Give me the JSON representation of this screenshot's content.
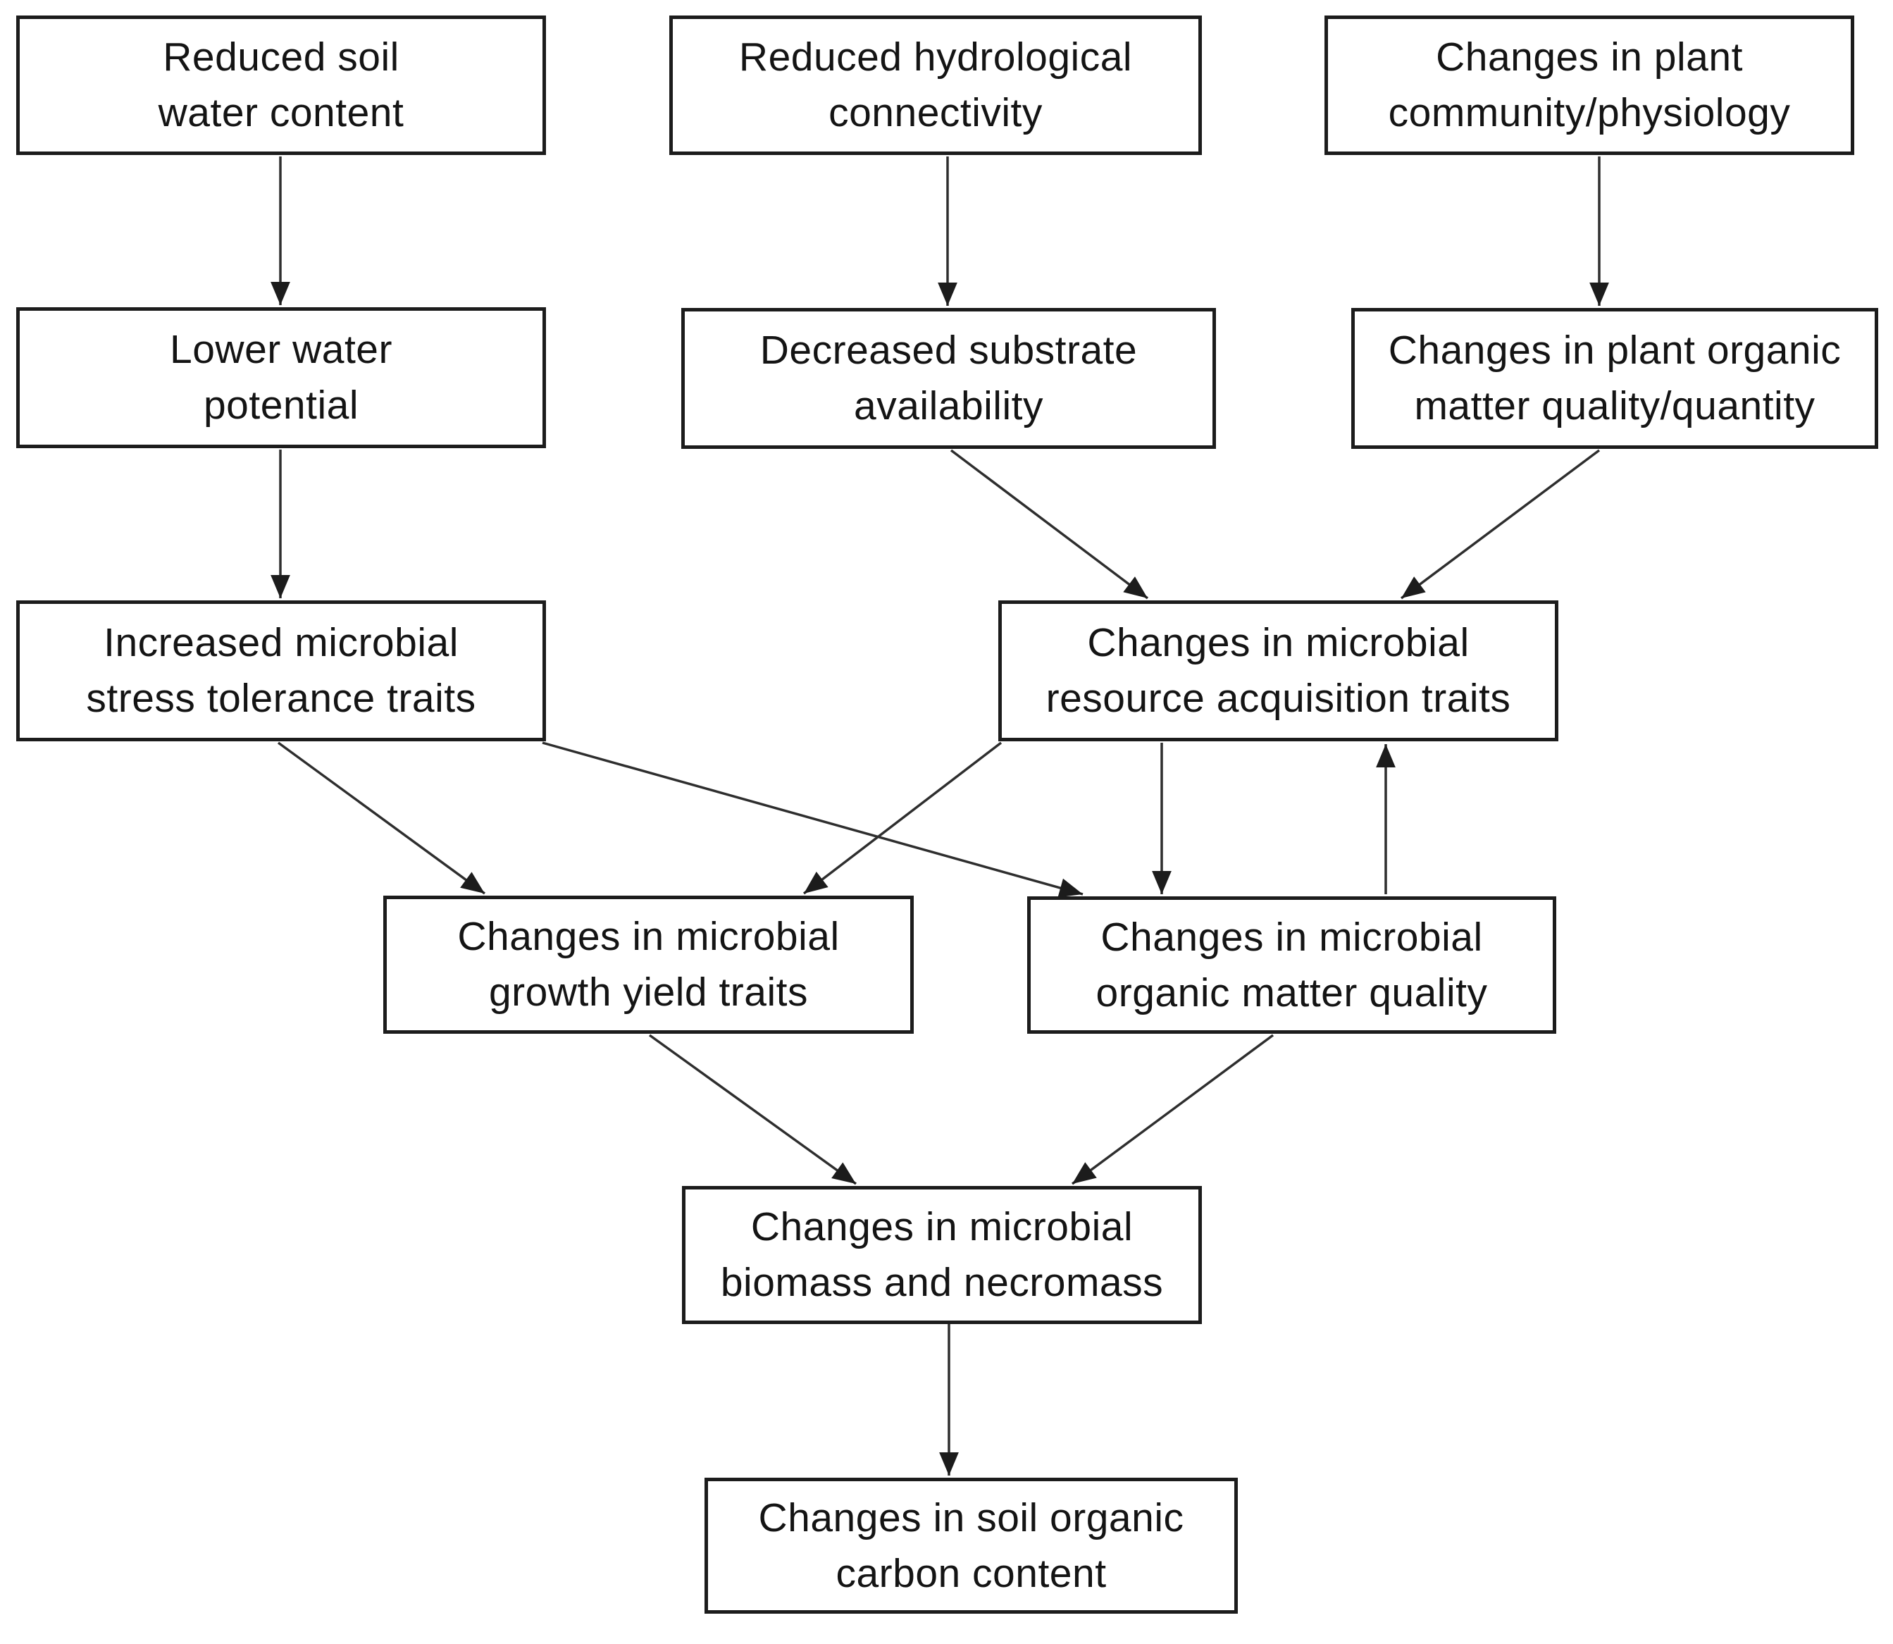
{
  "figure": {
    "type": "flow-diagram",
    "background_color": "#ffffff",
    "node_fill_color": "#ffffff",
    "node_border_color": "#1c1c1c",
    "arrow_color": "#2e2e2e",
    "text_color": "#141414",
    "nodes": [
      {
        "id": "reduced-soil-water-content",
        "lines": [
          "Reduced soil",
          "water content"
        ]
      },
      {
        "id": "reduced-hydrological-connectivity",
        "lines": [
          "Reduced hydrological",
          "connectivity"
        ]
      },
      {
        "id": "changes-in-plant-community-physiology",
        "lines": [
          "Changes in plant",
          "community/physiology"
        ]
      },
      {
        "id": "lower-water-potential",
        "lines": [
          "Lower water",
          "potential"
        ]
      },
      {
        "id": "decreased-substrate-availability",
        "lines": [
          "Decreased substrate",
          "availability"
        ]
      },
      {
        "id": "changes-in-plant-organic-matter-quality-quantity",
        "lines": [
          "Changes in plant organic",
          "matter quality/quantity"
        ]
      },
      {
        "id": "increased-microbial-stress-tolerance-traits",
        "lines": [
          "Increased microbial",
          "stress tolerance traits"
        ]
      },
      {
        "id": "changes-in-microbial-resource-acquisition-traits",
        "lines": [
          "Changes in microbial",
          "resource acquisition traits"
        ]
      },
      {
        "id": "changes-in-microbial-growth-yield-traits",
        "lines": [
          "Changes in microbial",
          "growth yield traits"
        ]
      },
      {
        "id": "changes-in-microbial-organic-matter-quality",
        "lines": [
          "Changes in microbial",
          "organic matter quality"
        ]
      },
      {
        "id": "changes-in-microbial-biomass-and-necromass",
        "lines": [
          "Changes in microbial",
          "biomass and necromass"
        ]
      },
      {
        "id": "changes-in-soil-organic-carbon-content",
        "lines": [
          "Changes in soil organic",
          "carbon content"
        ]
      }
    ],
    "edges": [
      {
        "from": "reduced-soil-water-content",
        "to": "lower-water-potential"
      },
      {
        "from": "reduced-hydrological-connectivity",
        "to": "decreased-substrate-availability"
      },
      {
        "from": "changes-in-plant-community-physiology",
        "to": "changes-in-plant-organic-matter-quality-quantity"
      },
      {
        "from": "lower-water-potential",
        "to": "increased-microbial-stress-tolerance-traits"
      },
      {
        "from": "decreased-substrate-availability",
        "to": "changes-in-microbial-resource-acquisition-traits"
      },
      {
        "from": "changes-in-plant-organic-matter-quality-quantity",
        "to": "changes-in-microbial-resource-acquisition-traits"
      },
      {
        "from": "increased-microbial-stress-tolerance-traits",
        "to": "changes-in-microbial-growth-yield-traits"
      },
      {
        "from": "increased-microbial-stress-tolerance-traits",
        "to": "changes-in-microbial-organic-matter-quality"
      },
      {
        "from": "changes-in-microbial-resource-acquisition-traits",
        "to": "changes-in-microbial-growth-yield-traits"
      },
      {
        "from": "changes-in-microbial-resource-acquisition-traits",
        "to": "changes-in-microbial-organic-matter-quality"
      },
      {
        "from": "changes-in-microbial-organic-matter-quality",
        "to": "changes-in-microbial-resource-acquisition-traits"
      },
      {
        "from": "changes-in-microbial-growth-yield-traits",
        "to": "changes-in-microbial-biomass-and-necromass"
      },
      {
        "from": "changes-in-microbial-organic-matter-quality",
        "to": "changes-in-microbial-biomass-and-necromass"
      },
      {
        "from": "changes-in-microbial-biomass-and-necromass",
        "to": "changes-in-soil-organic-carbon-content"
      }
    ]
  }
}
